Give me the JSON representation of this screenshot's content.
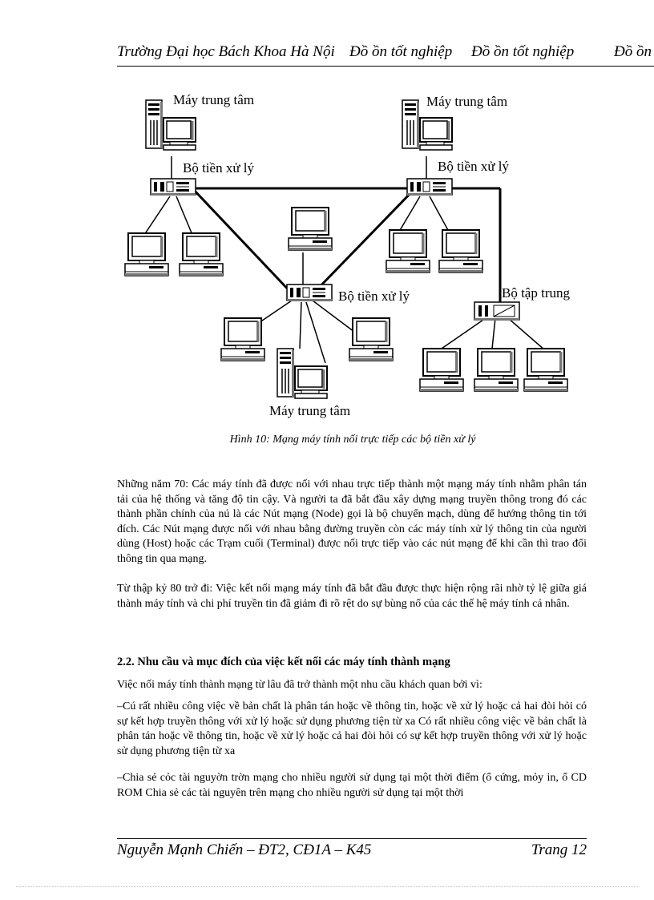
{
  "header": {
    "school": "Trường Đại học Bách Khoa Hà Nội",
    "item2": "Đồ ồn tốt nghiệp",
    "item3": "Đồ ồn tốt nghiệp",
    "item4": "Đồ ồn"
  },
  "diagram": {
    "host_top_left": "Máy trung tâm",
    "host_top_right": "Máy trung tâm",
    "host_bottom": "Máy trung tâm",
    "fep_left": "Bộ tiền xử lý",
    "fep_right": "Bộ tiền xử lý",
    "fep_center": "Bộ tiền xử lý",
    "concentrator": "Bộ tập trung"
  },
  "caption": "Hình 10: Mạng máy tính nối trực tiếp các bộ tiền xử lý",
  "paragraphs": {
    "p1": "Những năm 70: Các máy tính đã được nối với nhau trực tiếp thành một mạng máy tính nhằm phân tán tải của hệ thống và tăng độ tin cậy. Và người ta đã bắt đầu xây dựng mạng truyền thông trong đó các thành phần chính của nú là các Nút mạng (Node) gọi là bộ chuyển mạch, dùng để hướng thông tin tới đích. Các Nút mạng được nối với nhau bằng đường truyền còn các máy tính xử lý thông tin của người dùng (Host) hoặc các Trạm cuối (Terminal) được nối trực tiếp vào các nút mạng để khi cần thì trao đổi thông tin qua mạng.",
    "p2": "Từ thập kỷ 80 trở đi: Việc kết nối mạng máy tính đã bắt đầu được thực hiện rộng rãi nhờ tỷ lệ giữa giá thành máy tính và chi phí truyền tin đã giảm đi rõ rệt do sự bùng nổ của các thế hệ máy tính cá nhân.",
    "section_title": "2.2. Nhu cầu và mục đích của việc kết nối các máy tính thành mạng",
    "p3": "Việc nối máy tính thành mạng từ lâu đã trở thành một nhu cầu khách quan bởi vì:",
    "p4": "–Cú rất nhiều công việc về bản chất là phân tán hoặc về thông tin, hoặc về xử lý hoặc cả hai đòi hỏi có sự kết hợp truyền thông với xử lý hoặc sử dụng phương tiện từ xa Có rất nhiều công việc về bản chất là phân tán hoặc về thông tin, hoặc về xử lý hoặc cả hai đòi hỏi có sự kết hợp truyền thông với xử lý hoặc sử dụng phương tiện từ xa",
    "p5": "–Chia sẻ cỏc tài nguyờn trờn mạng cho nhiều người sử dụng tại một thời điểm (ổ cứng, mỏy in, ổ CD ROM Chia sẻ các tài nguyên trên mạng cho nhiều người sử dụng tại một thời"
  },
  "footer": {
    "author": "Nguyễn Mạnh Chiến – ĐT2, CĐ1A – K45",
    "page": "Trang 12"
  }
}
